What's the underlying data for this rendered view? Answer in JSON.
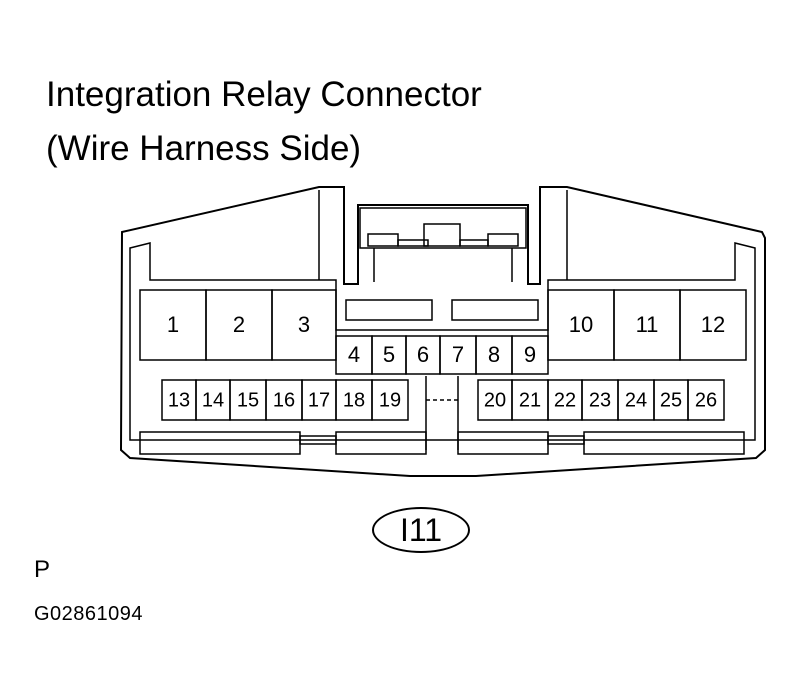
{
  "title": {
    "line1": "Integration Relay Connector",
    "line2": "(Wire Harness Side)"
  },
  "connector_code": "I11",
  "corner_letter": "P",
  "reference_number": "G02861094",
  "pins": {
    "row1_left": [
      "1",
      "2",
      "3"
    ],
    "row1_right": [
      "10",
      "11",
      "12"
    ],
    "row2": [
      "4",
      "5",
      "6",
      "7",
      "8",
      "9"
    ],
    "row3_left": [
      "13",
      "14",
      "15",
      "16",
      "17",
      "18",
      "19"
    ],
    "row3_right": [
      "20",
      "21",
      "22",
      "23",
      "24",
      "25",
      "26"
    ]
  }
}
